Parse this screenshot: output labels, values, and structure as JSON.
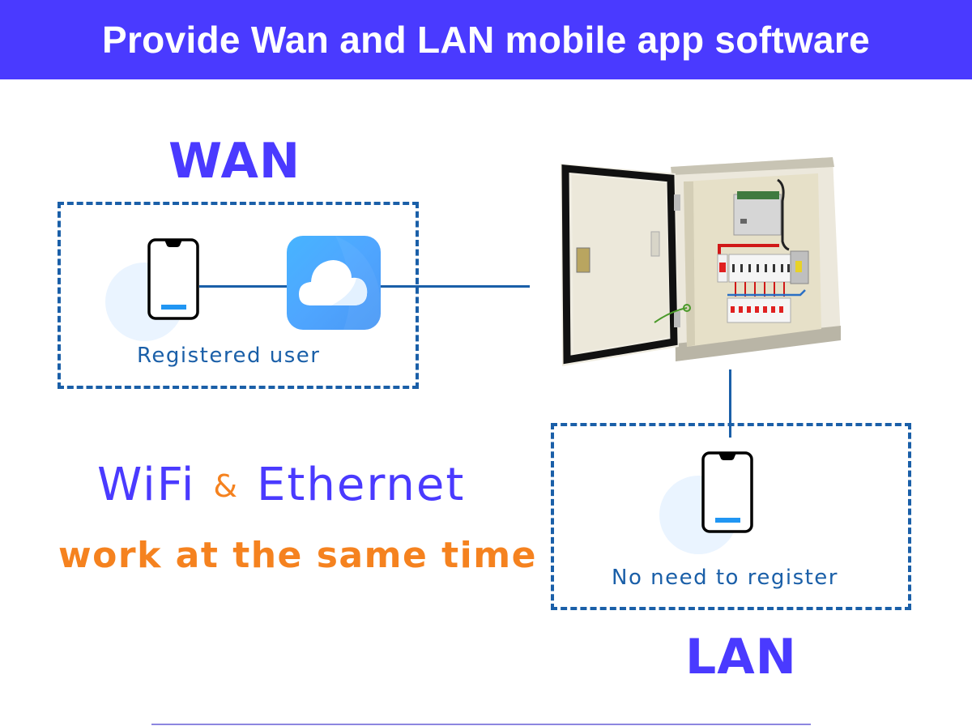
{
  "banner": {
    "title": "Provide Wan and LAN mobile app software"
  },
  "wan": {
    "label": "WAN",
    "caption": "Registered user",
    "icons": [
      "smartphone-icon",
      "cloud-app-icon"
    ]
  },
  "lan": {
    "label": "LAN",
    "caption": "No need to register",
    "icons": [
      "smartphone-icon"
    ]
  },
  "feature": {
    "wifi": "WiFi",
    "ampersand": "&",
    "ethernet": "Ethernet",
    "tagline": "work at the same time"
  },
  "device": {
    "name": "electrical-control-cabinet",
    "description": "Open distribution cabinet with controller and circuit breakers"
  },
  "colors": {
    "brand": "#4a3aff",
    "accent": "#f5821f",
    "line": "#1a5fa8",
    "screen_bar": "#2196f3"
  }
}
